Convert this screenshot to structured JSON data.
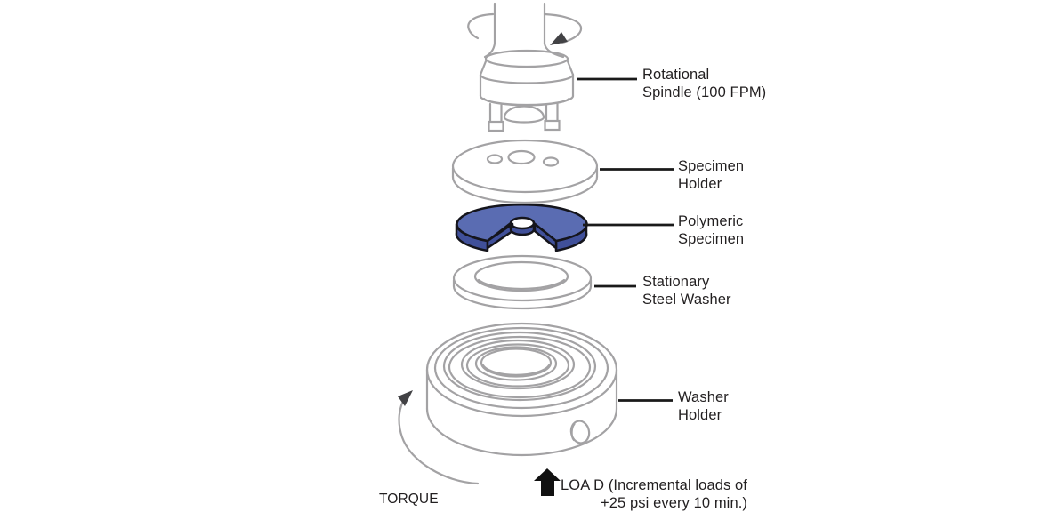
{
  "diagram": {
    "parts": [
      {
        "id": "rotational-spindle",
        "label": "Rotational\nSpindle (100 FPM)"
      },
      {
        "id": "specimen-holder",
        "label": "Specimen\nHolder"
      },
      {
        "id": "polymeric-specimen",
        "label": "Polymeric\nSpecimen"
      },
      {
        "id": "stationary-steel-washer",
        "label": "Stationary\nSteel Washer"
      },
      {
        "id": "washer-holder",
        "label": "Washer\nHolder"
      }
    ],
    "annotations": {
      "torque": "TORQUE",
      "load": "LOA D (Incremental loads of\n+25 psi every 10 min.)"
    }
  },
  "colors": {
    "background": "#ffffff",
    "line_art_gray": "#a3a2a4",
    "label_text": "#221f20",
    "leader_line": "#1a1a1a",
    "specimen_top_blue": "#5a6cb2",
    "specimen_side_blue": "#40509a",
    "specimen_outline": "#15151c",
    "load_arrow_black": "#111111",
    "arrowhead_dark": "#424245"
  }
}
